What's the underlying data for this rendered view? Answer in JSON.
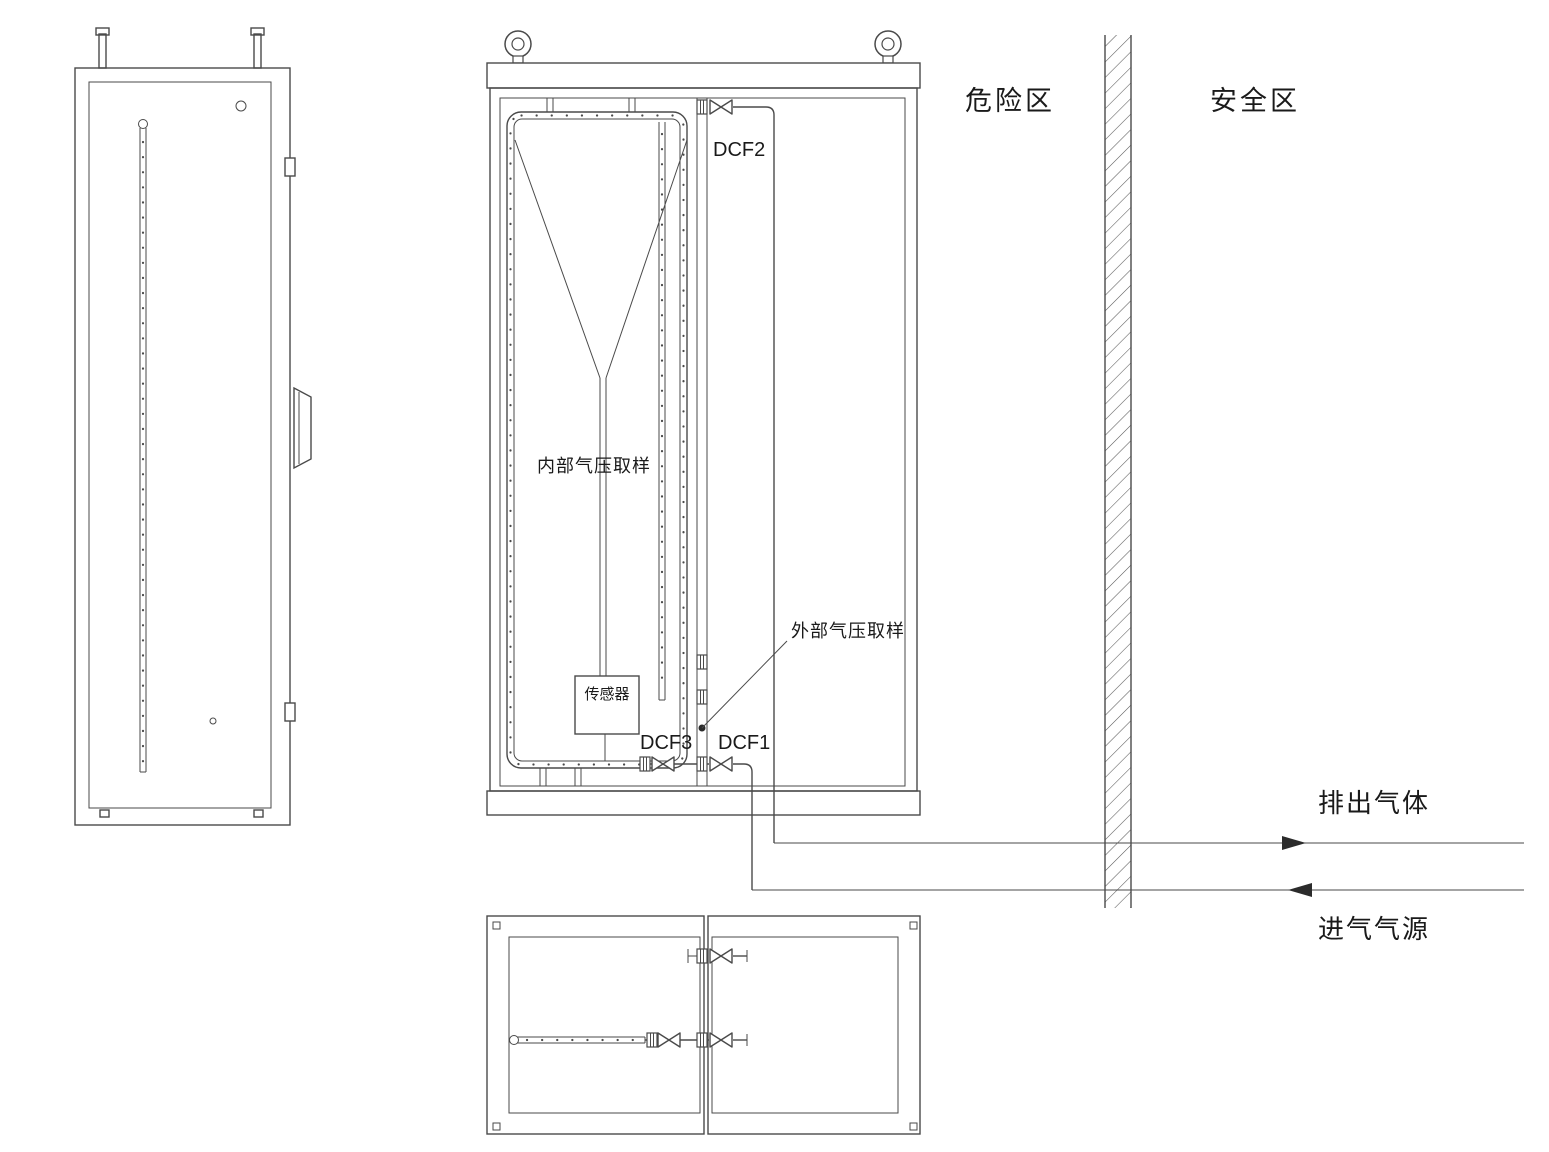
{
  "diagram": {
    "zones": {
      "hazard": "危险区",
      "safe": "安全区"
    },
    "valves": {
      "dcf1": "DCF1",
      "dcf2": "DCF2",
      "dcf3": "DCF3"
    },
    "labels": {
      "internal_pressure_sampling": "内部气压取样",
      "external_pressure_sampling": "外部气压取样",
      "sensor": "传感器",
      "exhaust_gas": "排出气体",
      "intake_air_source": "进气气源"
    },
    "colors": {
      "line": "#4a4a4a",
      "text": "#1a1a1a",
      "background": "#ffffff"
    }
  }
}
